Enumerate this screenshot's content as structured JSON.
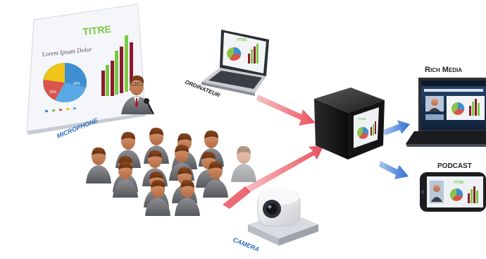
{
  "slide": {
    "title": "TITRE",
    "subtitle": "Lorem Ipsum Dolor",
    "pie_labels": [
      "20%",
      "40%"
    ]
  },
  "labels": {
    "microphone": "MICROPHONE",
    "ordinateur": "ORDINATEUR",
    "camera": "CAMERA",
    "rich_media": "Rich Media",
    "podcast": "PODCAST"
  },
  "colors": {
    "arrow_red": "#e8525e",
    "arrow_blue": "#2f6fd0",
    "label_blue": "#2f6fb8",
    "label_dark": "#222222",
    "title_green": "#7ac943"
  },
  "icons": [
    "presentation-screen",
    "speaker-person",
    "microphone",
    "laptop",
    "audience",
    "media-server",
    "ptz-camera",
    "rich-media-laptop",
    "podcast-phone"
  ]
}
